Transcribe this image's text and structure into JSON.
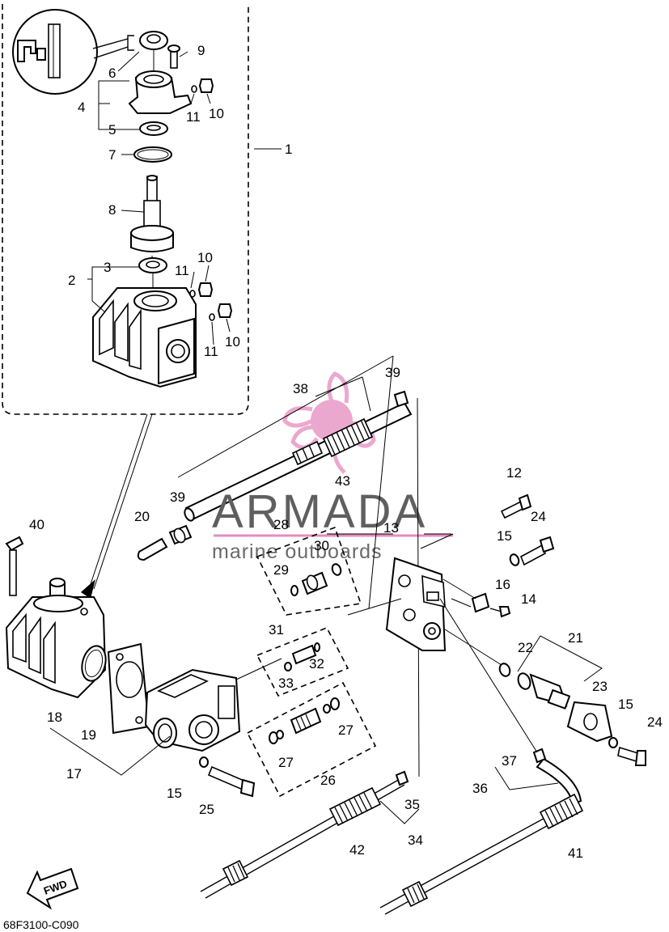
{
  "diagram": {
    "callouts": {
      "c1": "1",
      "c2": "2",
      "c3": "3",
      "c4": "4",
      "c5": "5",
      "c6": "6",
      "c7": "7",
      "c8": "8",
      "c9": "9",
      "c10a": "10",
      "c10b": "10",
      "c10c": "10",
      "c11a": "11",
      "c11b": "11",
      "c11c": "11",
      "c12": "12",
      "c13": "13",
      "c14": "14",
      "c15a": "15",
      "c15b": "15",
      "c15c": "15",
      "c16": "16",
      "c17": "17",
      "c18": "18",
      "c19": "19",
      "c20": "20",
      "c21": "21",
      "c22": "22",
      "c23": "23",
      "c24a": "24",
      "c24b": "24",
      "c25": "25",
      "c26": "26",
      "c27a": "27",
      "c27b": "27",
      "c28": "28",
      "c29": "29",
      "c30": "30",
      "c31": "31",
      "c32": "32",
      "c33": "33",
      "c34": "34",
      "c35": "35",
      "c36": "36",
      "c37": "37",
      "c38": "38",
      "c39a": "39",
      "c39b": "39",
      "c40": "40",
      "c41": "41",
      "c42": "42",
      "c43": "43"
    },
    "diagram_code": "68F3100-C090",
    "fwd_label": "FWD"
  },
  "watermark": {
    "brand": "ARMADA",
    "tagline": "marine outboards",
    "color": "#e58cbf"
  }
}
